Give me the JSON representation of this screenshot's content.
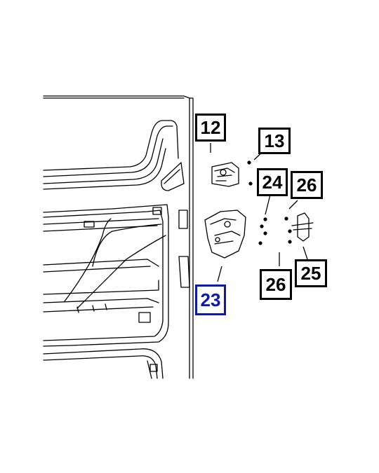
{
  "callouts": [
    {
      "id": "c12",
      "label": "12",
      "highlight": false
    },
    {
      "id": "c13",
      "label": "13",
      "highlight": false
    },
    {
      "id": "c24",
      "label": "24",
      "highlight": false
    },
    {
      "id": "c26a",
      "label": "26",
      "highlight": false
    },
    {
      "id": "c23",
      "label": "23",
      "highlight": true
    },
    {
      "id": "c26b",
      "label": "26",
      "highlight": false
    },
    {
      "id": "c25",
      "label": "25",
      "highlight": false
    }
  ],
  "colors": {
    "highlight": "#0a1ab0",
    "line": "#000000"
  }
}
